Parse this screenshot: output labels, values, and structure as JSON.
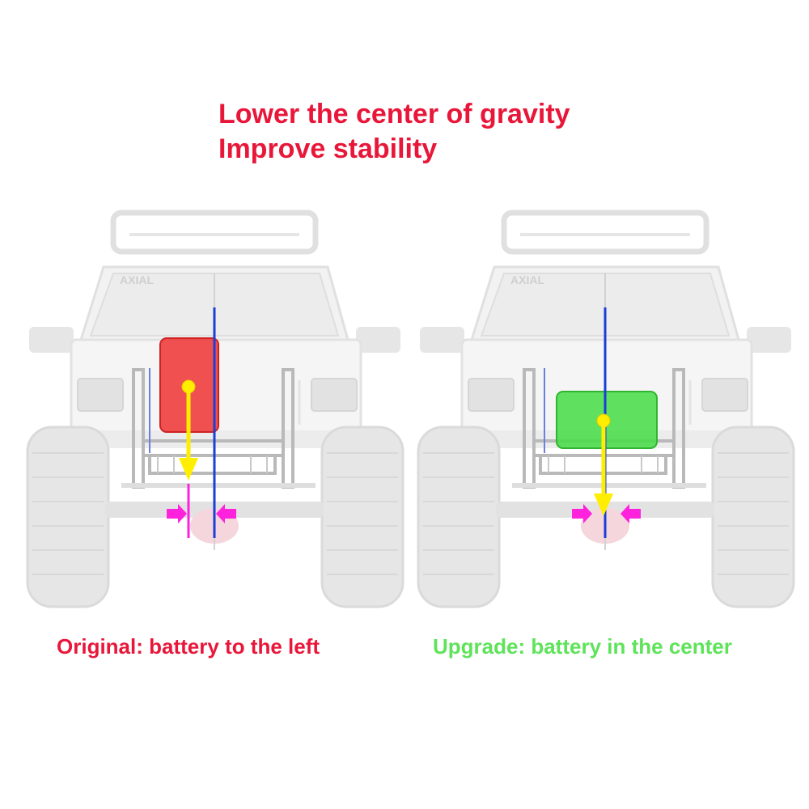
{
  "headline": {
    "line1": "Lower the center of gravity",
    "line2": "Improve stability"
  },
  "logo_text": "AXIAL",
  "panels": {
    "original": {
      "caption": "Original: battery to the left",
      "battery_color": "#ee3333",
      "battery_position": "left"
    },
    "upgrade": {
      "caption": "Upgrade: battery in the center",
      "battery_color": "#44dd44",
      "battery_position": "center"
    }
  },
  "colors": {
    "headline": "#e8173a",
    "original_caption": "#e8173a",
    "upgrade_caption": "#5ee35a",
    "gravity_arrow": "#ffee00",
    "center_line": "#1a3fd6",
    "offset_marker": "#ff22dd"
  },
  "icons": [
    "gravity-arrow-icon",
    "offset-arrow-icon",
    "center-line",
    "truck-silhouette"
  ]
}
